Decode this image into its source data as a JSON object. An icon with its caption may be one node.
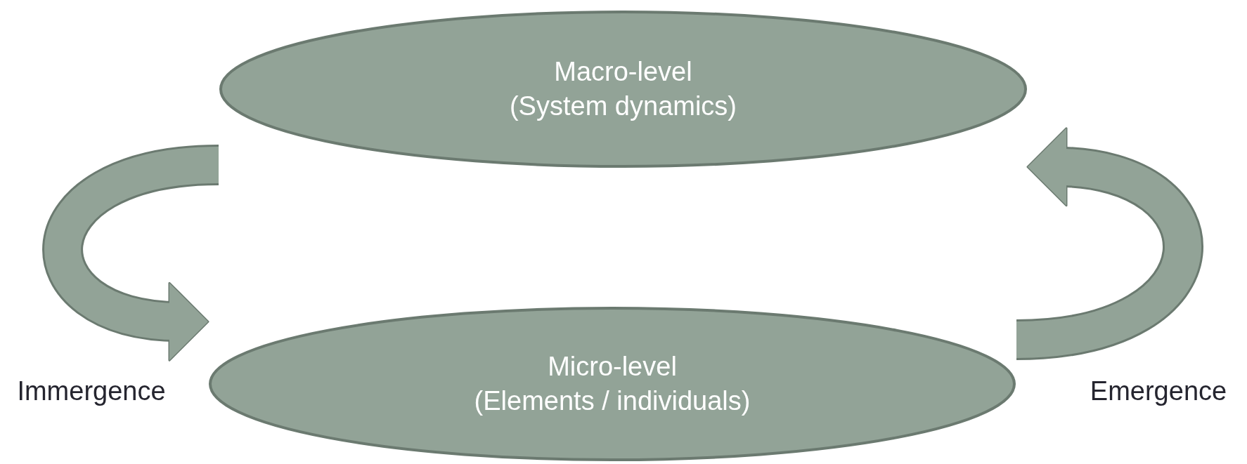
{
  "diagram": {
    "nodes": [
      {
        "text": [
          "Macro-level (System dynamics)"
        ]
      },
      {
        "text": [
          "Micro-level (Elements / individuals)"
        ]
      }
    ],
    "edges": [
      {
        "from": 0,
        "to": 1,
        "arrow": "to",
        "label": "Immergence"
      },
      {
        "from": 1,
        "to": 0,
        "arrow": "to",
        "label": "Emergence"
      }
    ]
  }
}
